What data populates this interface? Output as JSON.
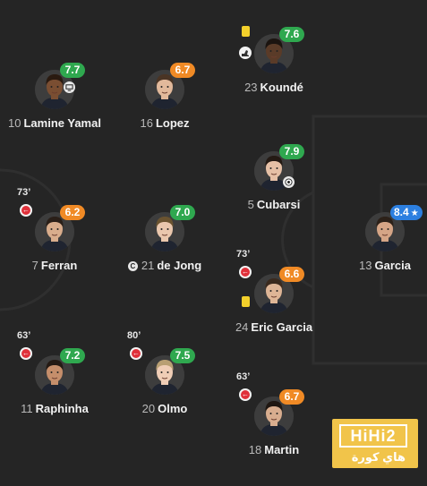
{
  "players": [
    {
      "id": "kounde",
      "number": "23",
      "name": "Koundé",
      "rating": "7.6",
      "rating_color": "green",
      "yellow_card": true,
      "boot": true
    },
    {
      "id": "lamine",
      "number": "10",
      "name": "Lamine Yamal",
      "rating": "7.7",
      "rating_color": "green",
      "side_icon": "screen"
    },
    {
      "id": "lopez",
      "number": "16",
      "name": "Lopez",
      "rating": "6.7",
      "rating_color": "orange"
    },
    {
      "id": "cubarsi",
      "number": "5",
      "name": "Cubarsi",
      "rating": "7.9",
      "rating_color": "green",
      "side_icon": "ball"
    },
    {
      "id": "ferran",
      "number": "7",
      "name": "Ferran",
      "rating": "6.2",
      "rating_color": "orange",
      "sub_minute": "73’"
    },
    {
      "id": "dejong",
      "number": "21",
      "name": "de Jong",
      "rating": "7.0",
      "rating_color": "green",
      "captain": "C"
    },
    {
      "id": "garcia",
      "number": "13",
      "name": "Garcia",
      "rating": "8.4",
      "rating_color": "blue",
      "star": "★"
    },
    {
      "id": "ericgarcia",
      "number": "24",
      "name": "Eric Garcia",
      "rating": "6.6",
      "rating_color": "orange",
      "sub_minute": "73’",
      "yellow_card": true
    },
    {
      "id": "raphinha",
      "number": "11",
      "name": "Raphinha",
      "rating": "7.2",
      "rating_color": "green",
      "sub_minute": "63’"
    },
    {
      "id": "olmo",
      "number": "20",
      "name": "Olmo",
      "rating": "7.5",
      "rating_color": "green",
      "sub_minute": "80’"
    },
    {
      "id": "martin",
      "number": "18",
      "name": "Martin",
      "rating": "6.7",
      "rating_color": "orange",
      "sub_minute": "63’"
    }
  ],
  "colors": {
    "background": "#252525",
    "rating_green": "#2fa84f",
    "rating_orange": "#f08a25",
    "rating_blue": "#2c7fe0",
    "sub_off": "#e0303a",
    "yellow_card": "#f3d02b",
    "watermark": "#f1c44a"
  },
  "watermark": {
    "brand": "HiHi2",
    "subtitle": "هاي كورة"
  }
}
